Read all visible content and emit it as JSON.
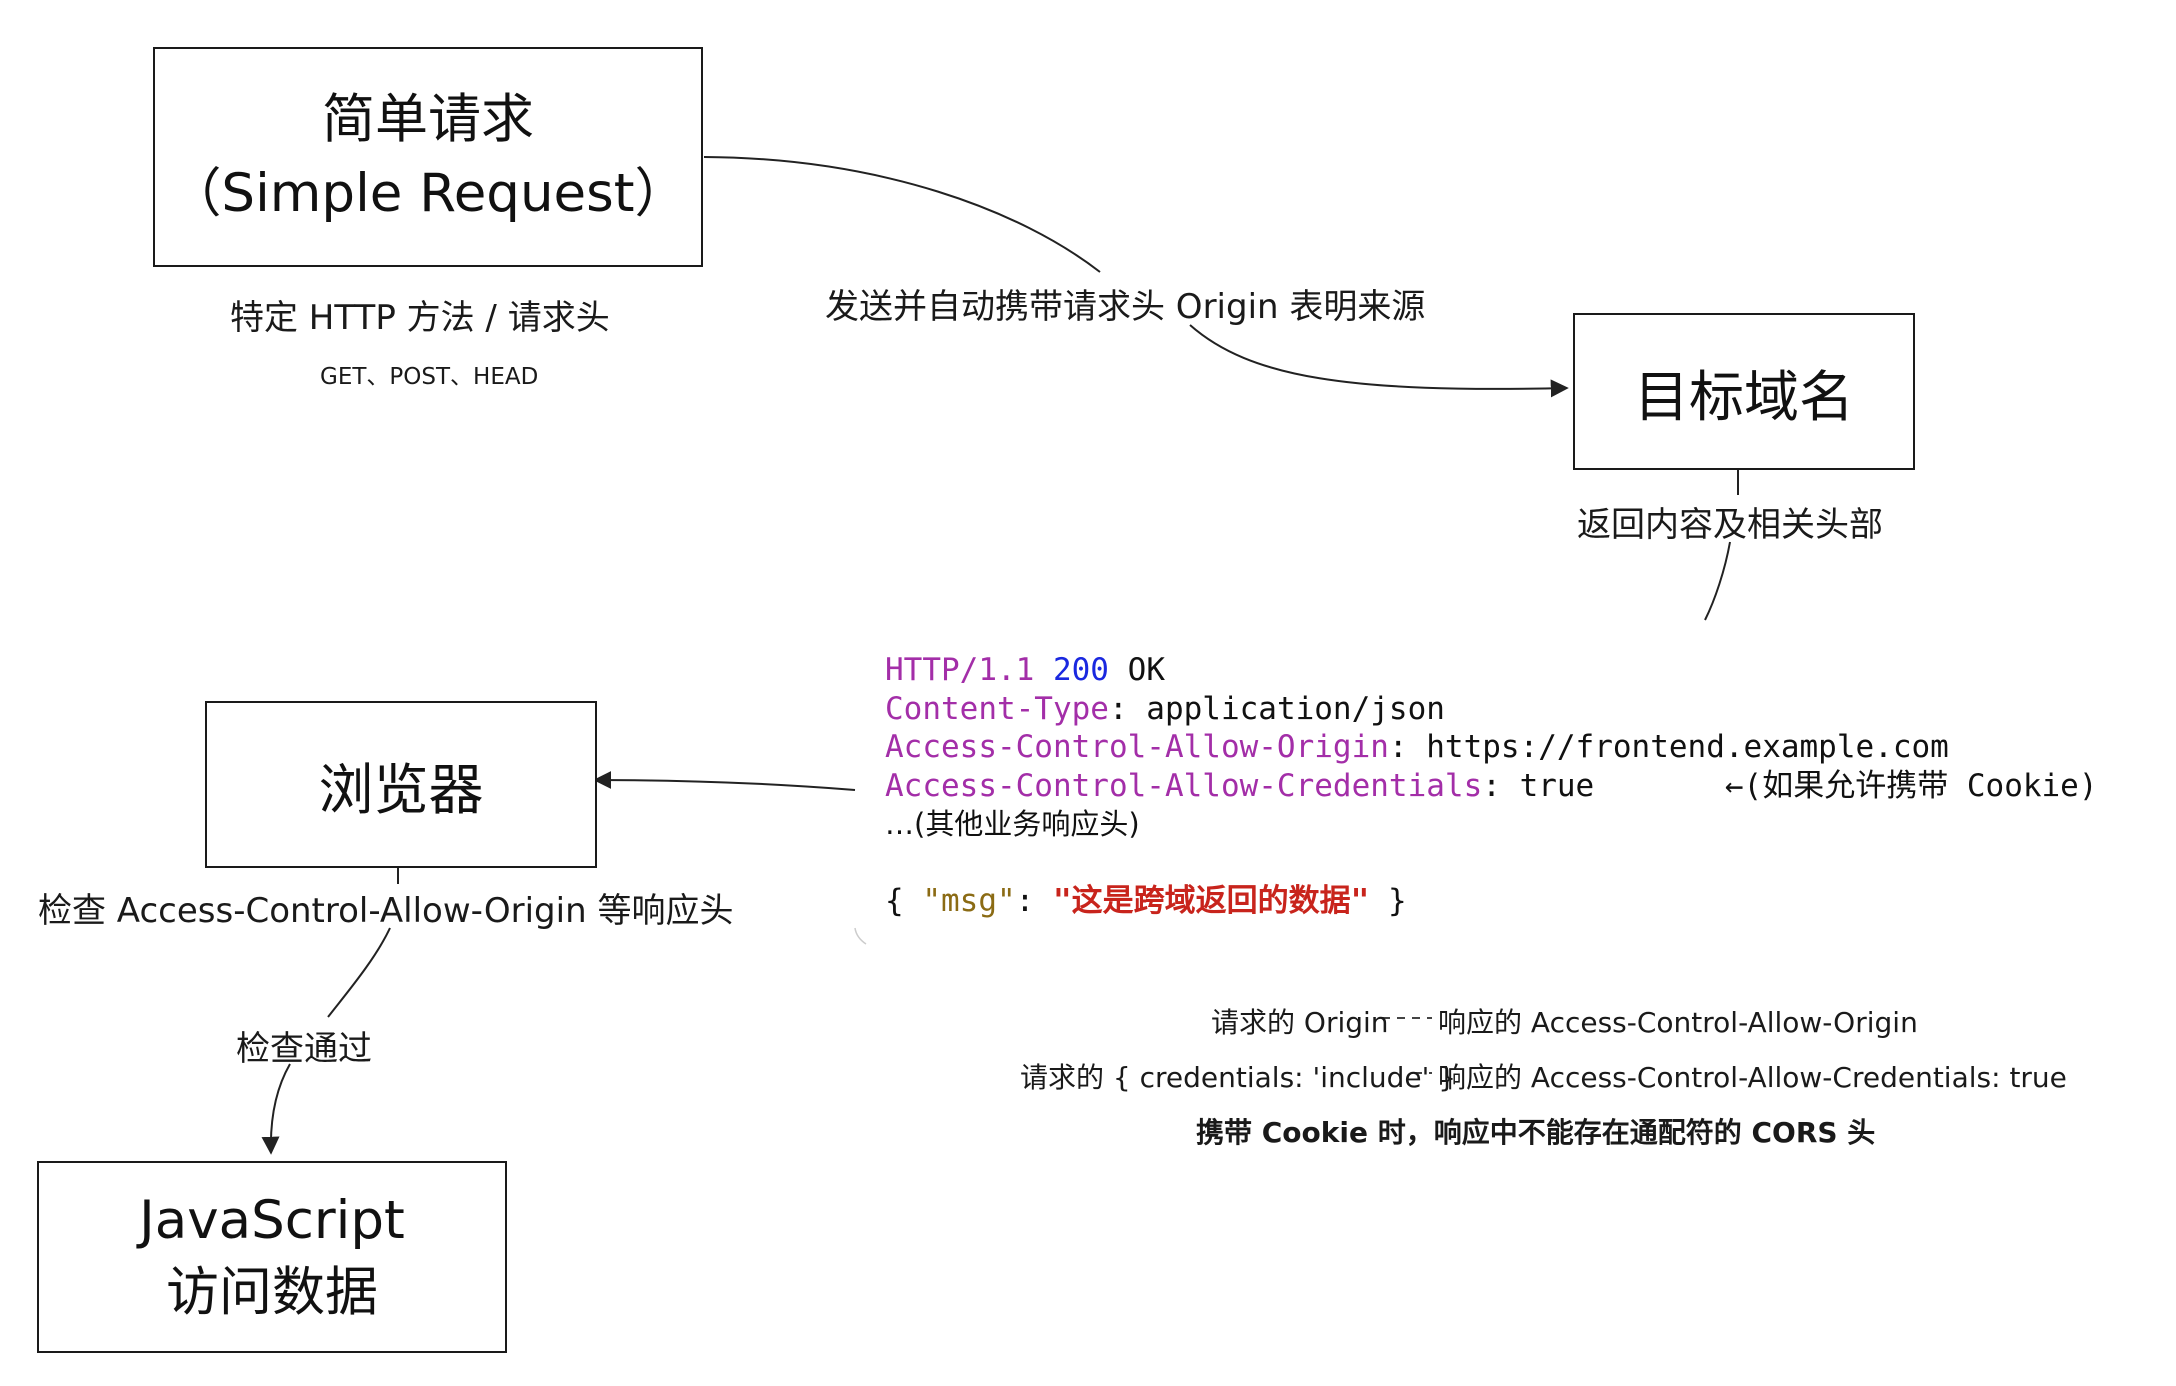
{
  "nodes": {
    "simple_request": {
      "line1": "简单请求",
      "line2": "（Simple Request）"
    },
    "target_domain": {
      "label": "目标域名"
    },
    "browser": {
      "label": "浏览器"
    },
    "javascript": {
      "line1": "JavaScript",
      "line2": "访问数据"
    }
  },
  "labels": {
    "methods_title": "特定 HTTP 方法 / 请求头",
    "methods_list": "GET、POST、HEAD",
    "send_edge": "发送并自动携带请求头 Origin 表明来源",
    "return_edge": "返回内容及相关头部",
    "check_headers": "检查 Access-Control-Allow-Origin 等响应头",
    "check_passed": "检查通过"
  },
  "response": {
    "status": {
      "proto": "HTTP/1.1",
      "code": "200",
      "text": "OK"
    },
    "content_type": {
      "key": "Content-Type",
      "value": "application/json"
    },
    "allow_origin": {
      "key": "Access-Control-Allow-Origin",
      "value": "https://frontend.example.com"
    },
    "allow_credentials": {
      "key": "Access-Control-Allow-Credentials",
      "value": "true"
    },
    "credentials_note": "←(如果允许携带 Cookie)",
    "other_headers": "…(其他业务响应头)",
    "body": {
      "open": "{",
      "key": "\"msg\"",
      "value": "\"这是跨域返回的数据\"",
      "close": "}"
    }
  },
  "mappings": {
    "origin": {
      "left": "请求的 Origin",
      "right": "响应的 Access-Control-Allow-Origin"
    },
    "credentials": {
      "left": "请求的 { credentials: 'include' }",
      "right": "响应的 Access-Control-Allow-Credentials: true"
    },
    "warning": "携带 Cookie 时，响应中不能存在通配符的 CORS 头"
  }
}
